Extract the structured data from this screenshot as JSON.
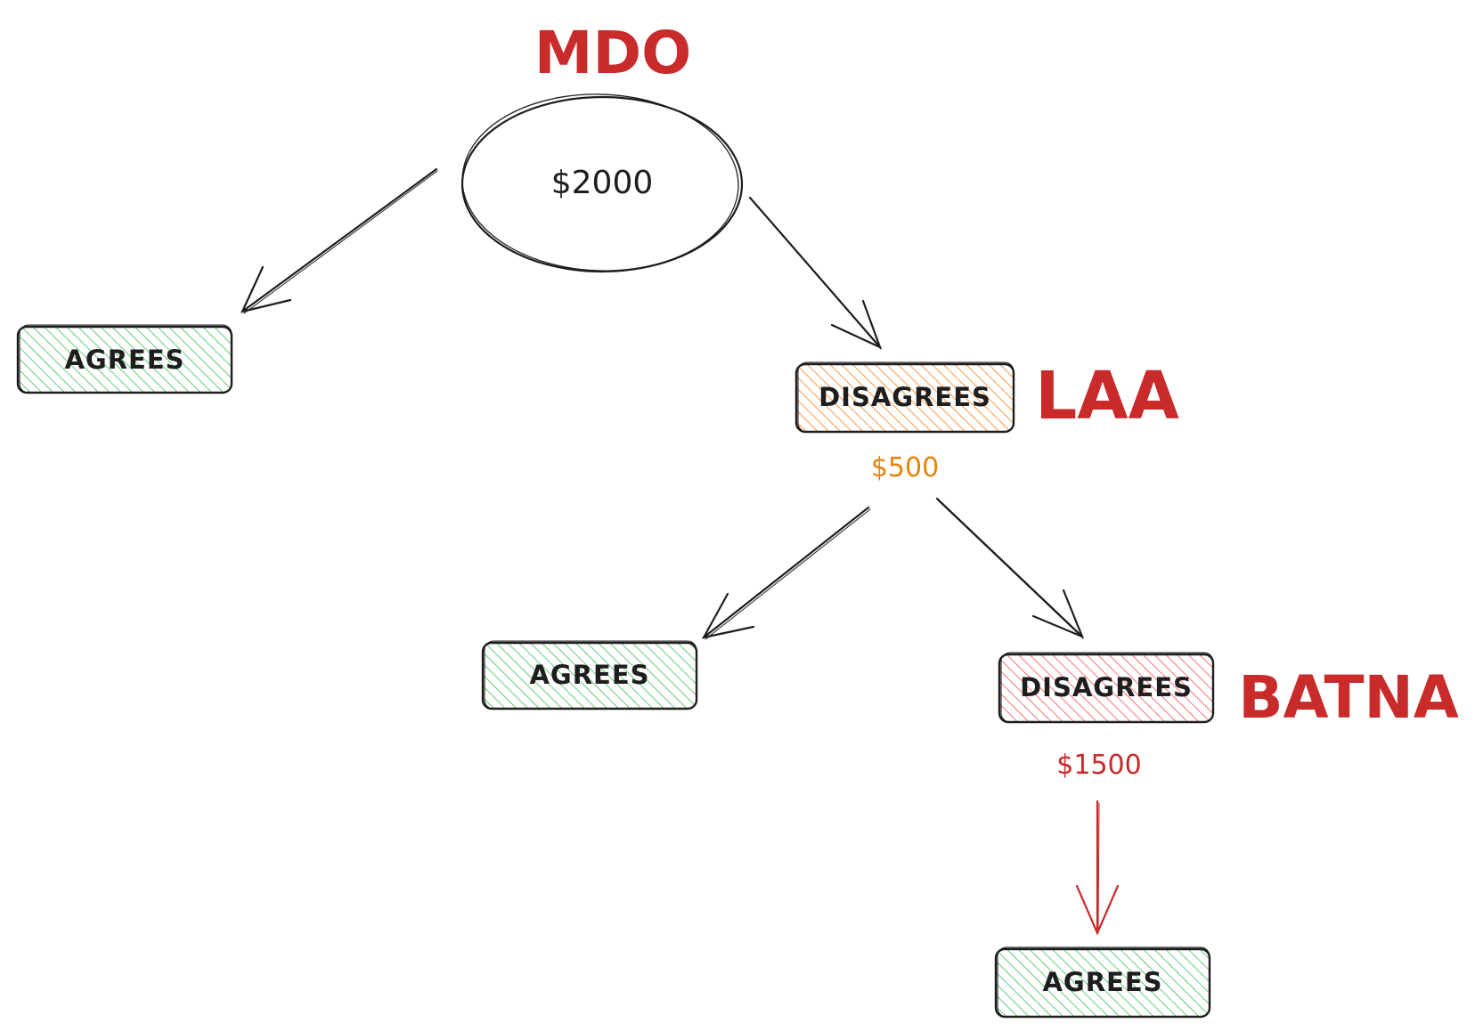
{
  "labels": {
    "mdo": "MDO",
    "laa": "LAA",
    "batna": "BATNA"
  },
  "root": {
    "amount": "$2000"
  },
  "nodes": {
    "agrees_1": "AGREES",
    "disagrees_1": "DISAGREES",
    "agrees_2": "AGREES",
    "disagrees_2": "DISAGREES",
    "agrees_3": "AGREES"
  },
  "amounts": {
    "laa": "$500",
    "batna": "$1500"
  },
  "colors": {
    "ink": "#1e1e1e",
    "label_red": "#c92a2a",
    "agree_fill": "#40c057",
    "laa_fill": "#fd7e14",
    "laa_amount": "#e8830c",
    "batna_fill": "#fa5252",
    "batna_amount": "#c92a2a"
  }
}
